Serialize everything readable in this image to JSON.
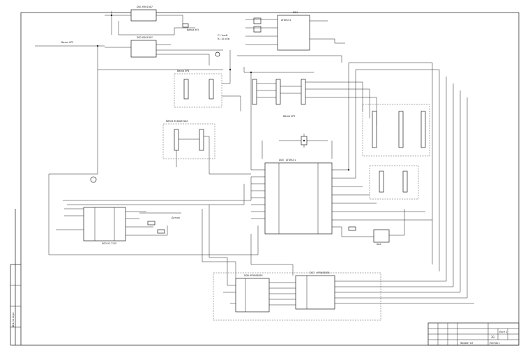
{
  "drawing": {
    "chips": {
      "u_top": {
        "ref": "DD1",
        "part": "К561ЛА7"
      },
      "u_mid": {
        "ref": "DD2",
        "part": "К561ЛА7"
      },
      "u_mcu_big": {
        "ref": "DD4",
        "part": "AT89C51"
      },
      "u_mcu_main": {
        "ref": "DD5",
        "part": "AT89C51"
      },
      "u_left": {
        "ref": "DD3",
        "part": "ICL7135"
      },
      "u_bottom1": {
        "ref": "DD6",
        "part": "КР580ВВ55"
      },
      "u_bottom2": {
        "ref": "DD7",
        "part": "КР580ВВ55"
      },
      "u_small": {
        "ref": "DA2"
      }
    },
    "connectors": {
      "xp_a": "Вилка ХР2",
      "xp_b": "Вилка ХР3",
      "xp_c": "Вилка ХР4",
      "xp_d": "Вилка ХР5",
      "xp_ind": "Вилка индикатора"
    },
    "notes": {
      "spec_lines": [
        "С1 1мкФ",
        "R1 10 кОм"
      ],
      "sensor_label": "Датчик"
    },
    "title_block": {
      "sheet": "Лист 1",
      "sheets": "Листов 1",
      "doc_code": "Э3",
      "format": "Формат А3",
      "side_stamp": "Инв. № подл."
    }
  }
}
